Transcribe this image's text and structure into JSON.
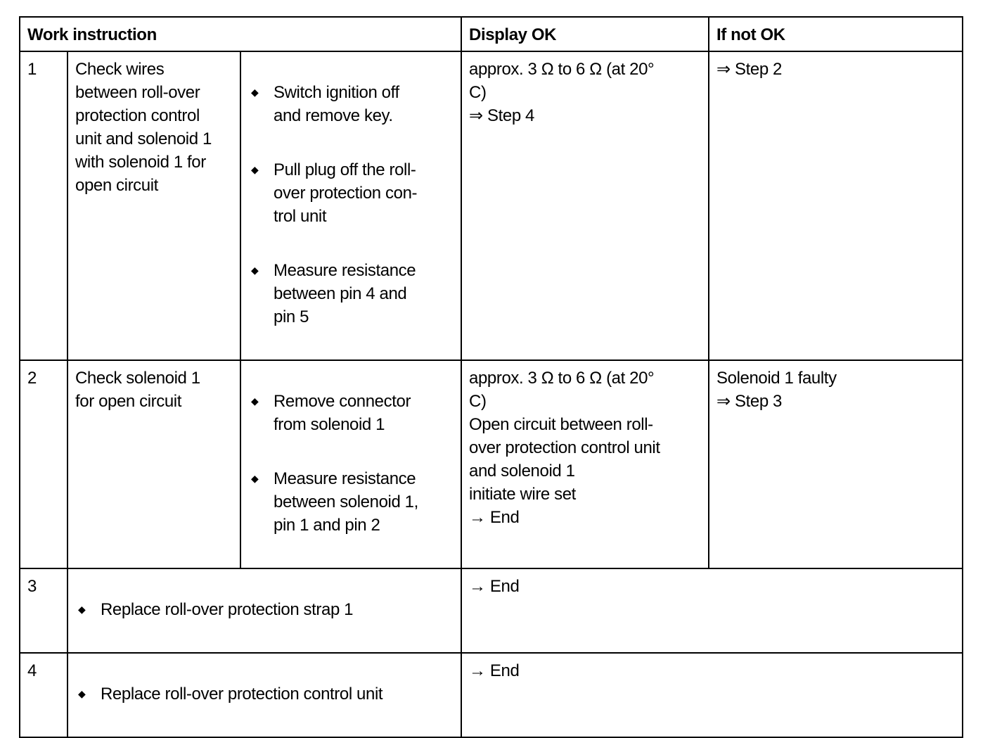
{
  "header": {
    "work_instruction": "Work instruction",
    "display_ok": "Display OK",
    "if_not_ok": "If not OK"
  },
  "bullet_icon": "diamond-bullet",
  "rows": [
    {
      "num": "1",
      "check": "Check wires\nbetween roll-over\nprotection control\nunit and solenoid 1\nwith solenoid 1 for\nopen circuit",
      "steps": [
        "Switch ignition off\nand remove key.",
        "Pull plug off the roll-\nover protection con-\ntrol unit",
        "Measure resistance\nbetween pin 4 and\npin 5"
      ],
      "display_ok": "approx. 3 Ω to 6 Ω (at 20°\nC)\n⇒ Step 4",
      "if_not_ok": "⇒ Step 2"
    },
    {
      "num": "2",
      "check": "Check solenoid 1\nfor open circuit",
      "steps": [
        "Remove connector\nfrom solenoid 1",
        "Measure resistance\nbetween solenoid 1,\npin 1 and pin 2"
      ],
      "display_ok": "approx. 3 Ω to 6 Ω (at 20°\nC)\nOpen circuit between roll-\nover protection control unit\nand solenoid 1\ninitiate wire set\n→ End",
      "if_not_ok": "Solenoid 1 faulty\n⇒ Step 3"
    },
    {
      "num": "3",
      "steps": [
        "Replace roll-over protection strap 1"
      ],
      "result": "→ End"
    },
    {
      "num": "4",
      "steps": [
        "Replace roll-over protection control unit"
      ],
      "result": "→ End"
    }
  ]
}
